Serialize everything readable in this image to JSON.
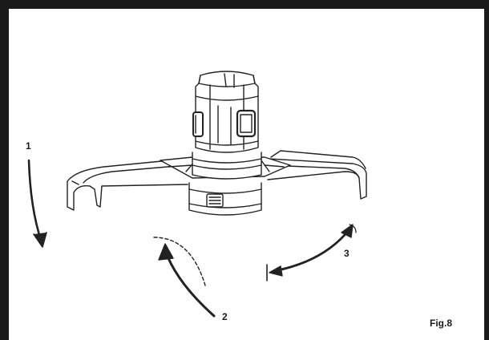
{
  "labels": {
    "step1": "1",
    "step2": "2",
    "step3": "3",
    "figure": "Fig.8"
  },
  "icons": [
    "guard-housing",
    "rotation-arrow-down",
    "rotation-arrow-up",
    "rotation-arrow-double"
  ]
}
